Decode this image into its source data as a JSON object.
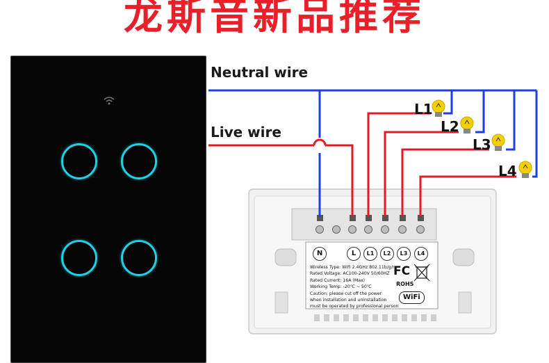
{
  "banner": {
    "title": "龙斯音新品推荐"
  },
  "wires": {
    "neutral": "Neutral wire",
    "live": "Live wire"
  },
  "lamps": [
    "L1",
    "L2",
    "L3",
    "L4"
  ],
  "terminals": [
    "N",
    "L",
    "L1",
    "L2",
    "L3",
    "L4"
  ],
  "spec": {
    "wireless": "Wireless Type: WiFi 2.4GHz 802.11b/g/n",
    "voltage": "Rated Voltage: AC100-240V 50/60HZ",
    "current": "Rated Current:  16A (Max)",
    "temp": "Working Temp: -20℃ ~ 50℃",
    "caution1": "Caution: please cut off the power",
    "caution2": "when installation and uninstallation",
    "caution3": "must be operated by professional person"
  },
  "cert": {
    "fc": "FC",
    "rohs": "ROHS",
    "wifi": "WiFi"
  },
  "colors": {
    "neutral": "#1f3fe0",
    "live": "#e21b2a",
    "banner": "#e8202a",
    "touch_ring": "#22d0e6",
    "bulb": "#f5d000"
  },
  "icons": [
    "wifi-icon",
    "bulb-icon",
    "trash-bin-icon"
  ]
}
